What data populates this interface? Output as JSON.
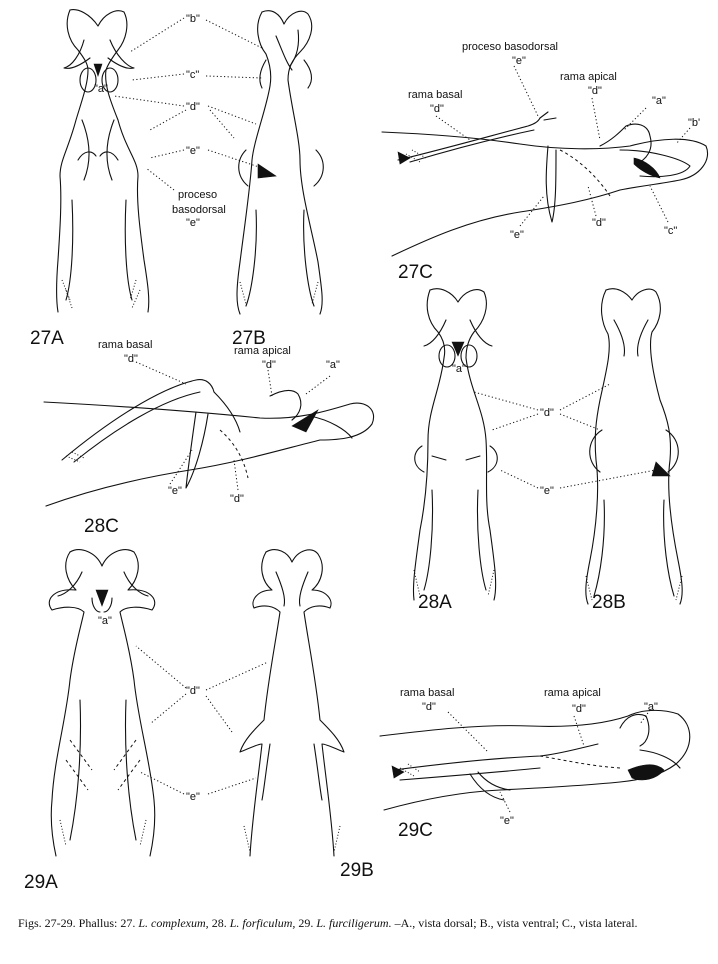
{
  "figures": {
    "f27A": "27A",
    "f27B": "27B",
    "f27C": "27C",
    "f28A": "28A",
    "f28B": "28B",
    "f28C": "28C",
    "f29A": "29A",
    "f29B": "29B",
    "f29C": "29C"
  },
  "labels": {
    "b": "\"b\"",
    "c": "\"c\"",
    "d": "\"d\"",
    "e": "\"e\"",
    "a": "\"a\"",
    "b_prime": "\"b'",
    "proceso": "proceso",
    "basodorsal": "basodorsal",
    "proceso_basodorsal": "proceso basodorsal",
    "rama_basal": "rama basal",
    "rama_apical": "rama apical"
  },
  "caption": {
    "prefix": "Figs. 27-29. Phallus: 27.",
    "sp1": "L. complexum,",
    "mid1": "28.",
    "sp2": "L. forficulum,",
    "mid2": "29.",
    "sp3": "L. furciligerum.",
    "suffix": "–A., vista dorsal; B., vista ventral; C., vista lateral."
  }
}
